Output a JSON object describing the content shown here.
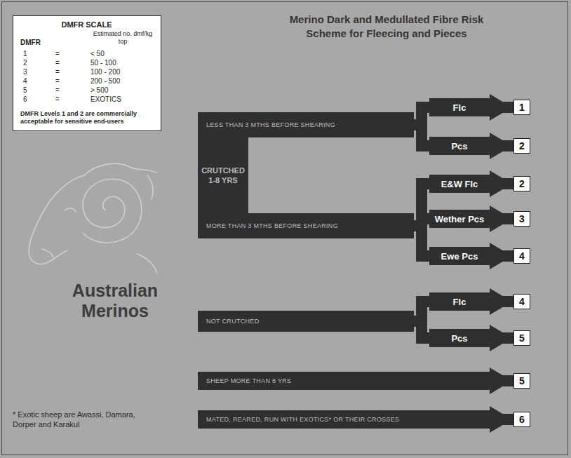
{
  "diagram": {
    "title": "Merino Dark and Medullated Fibre Risk Scheme for Fleecing and Pieces",
    "nodes": [
      {
        "text": [
          "DMFR SCALE",
          "DMFR",
          "Estimated no. dmf/kg top",
          "1",
          "=",
          "< 50",
          "2",
          "=",
          "50 - 100",
          "3",
          "=",
          "100 - 200",
          "4",
          "=",
          "200 - 500",
          "5",
          "=",
          "> 500",
          "6",
          "=",
          "EXOTICS",
          "DMFR Levels 1 and 2 are commercially acceptable for sensitive end-users"
        ]
      },
      {
        "text": [
          "CRUTCHED 1-8 YRS"
        ]
      },
      {
        "text": [
          "LESS THAN 3 MTHS BEFORE SHEARING"
        ],
        "in": 1
      },
      {
        "text": [
          "MORE THAN 3 MTHS BEFORE SHEARING"
        ],
        "in": 1
      },
      {
        "text": [
          "Flc"
        ]
      },
      {
        "text": [
          "1"
        ]
      },
      {
        "text": [
          "Pcs"
        ]
      },
      {
        "text": [
          "2"
        ]
      },
      {
        "text": [
          "E&W Flc"
        ]
      },
      {
        "text": [
          "2"
        ]
      },
      {
        "text": [
          "Wether Pcs"
        ]
      },
      {
        "text": [
          "3"
        ]
      },
      {
        "text": [
          "Ewe Pcs"
        ]
      },
      {
        "text": [
          "4"
        ]
      },
      {
        "text": [
          "NOT CRUTCHED"
        ]
      },
      {
        "text": [
          "Flc"
        ]
      },
      {
        "text": [
          "4"
        ]
      },
      {
        "text": [
          "Pcs"
        ]
      },
      {
        "text": [
          "5"
        ]
      },
      {
        "text": [
          "SHEEP MORE THAN 8 YRS"
        ]
      },
      {
        "text": [
          "5"
        ]
      },
      {
        "text": [
          "MATED, REARED, RUN WITH EXOTICS* OR THEIR CROSSES"
        ]
      },
      {
        "text": [
          "6"
        ]
      }
    ],
    "edges": [
      {
        "from": 2,
        "to": 4,
        "arrow": "none"
      },
      {
        "from": 2,
        "to": 6,
        "arrow": "none"
      },
      {
        "from": 3,
        "to": 8,
        "arrow": "none"
      },
      {
        "from": 3,
        "to": 10,
        "arrow": "none"
      },
      {
        "from": 3,
        "to": 12,
        "arrow": "none"
      },
      {
        "from": 14,
        "to": 15,
        "arrow": "none"
      },
      {
        "from": 14,
        "to": 17,
        "arrow": "none"
      },
      {
        "from": 4,
        "to": 5,
        "arrow": "to"
      },
      {
        "from": 6,
        "to": 7,
        "arrow": "to"
      },
      {
        "from": 8,
        "to": 9,
        "arrow": "to"
      },
      {
        "from": 10,
        "to": 11,
        "arrow": "to"
      },
      {
        "from": 12,
        "to": 13,
        "arrow": "to"
      },
      {
        "from": 15,
        "to": 16,
        "arrow": "to"
      },
      {
        "from": 17,
        "to": 18,
        "arrow": "to"
      },
      {
        "from": 19,
        "to": 20,
        "arrow": "to"
      },
      {
        "from": 21,
        "to": 22,
        "arrow": "to"
      }
    ],
    "labels": [
      "Australian Merinos",
      "* Exotic sheep are Awassi, Damara, Dorper and Karakul"
    ]
  }
}
